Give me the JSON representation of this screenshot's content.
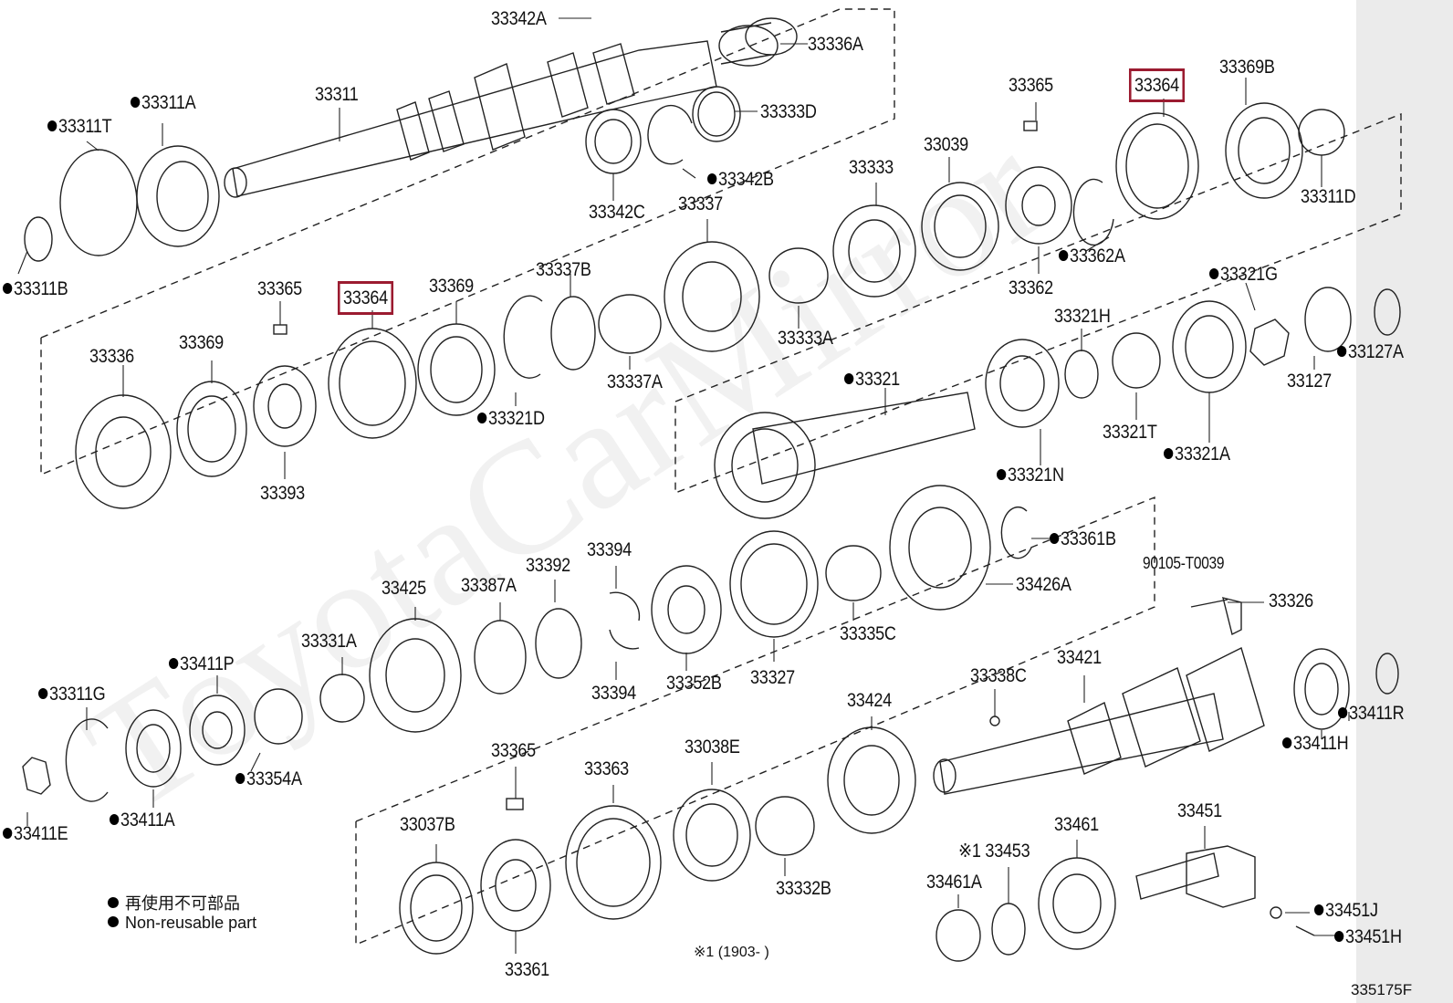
{
  "diagram": {
    "figure_id": "335175F",
    "watermark": "ToyotaCarMirror",
    "highlight_color": "#9b1b30",
    "footnote": "※1 (1903-     )",
    "legend": [
      {
        "icon": "filled-dot-icon",
        "text": "再使用不可部品"
      },
      {
        "icon": "filled-dot-icon",
        "text": "Non-reusable part"
      }
    ],
    "labels": [
      {
        "text": "33342A",
        "nonreusable": false
      },
      {
        "text": "33336A",
        "nonreusable": false
      },
      {
        "text": "33333D",
        "nonreusable": false
      },
      {
        "text": "33342B",
        "nonreusable": true
      },
      {
        "text": "33342C",
        "nonreusable": false
      },
      {
        "text": "33311",
        "nonreusable": false
      },
      {
        "text": "33311A",
        "nonreusable": true
      },
      {
        "text": "33311T",
        "nonreusable": true
      },
      {
        "text": "33311B",
        "nonreusable": true
      },
      {
        "text": "33365",
        "nonreusable": false
      },
      {
        "text": "33364",
        "nonreusable": false,
        "highlight": true
      },
      {
        "text": "33369B",
        "nonreusable": false
      },
      {
        "text": "33311D",
        "nonreusable": false
      },
      {
        "text": "33039",
        "nonreusable": false
      },
      {
        "text": "33333",
        "nonreusable": false
      },
      {
        "text": "33337",
        "nonreusable": false
      },
      {
        "text": "33362A",
        "nonreusable": true
      },
      {
        "text": "33362",
        "nonreusable": false
      },
      {
        "text": "33337B",
        "nonreusable": false
      },
      {
        "text": "33333A",
        "nonreusable": false
      },
      {
        "text": "33337A",
        "nonreusable": false
      },
      {
        "text": "33369",
        "nonreusable": false
      },
      {
        "text": "33364",
        "nonreusable": false,
        "highlight": true
      },
      {
        "text": "33365",
        "nonreusable": false
      },
      {
        "text": "33369",
        "nonreusable": false
      },
      {
        "text": "33336",
        "nonreusable": false
      },
      {
        "text": "33321D",
        "nonreusable": true
      },
      {
        "text": "33393",
        "nonreusable": false
      },
      {
        "text": "33321G",
        "nonreusable": true
      },
      {
        "text": "33321H",
        "nonreusable": false
      },
      {
        "text": "33127A",
        "nonreusable": true
      },
      {
        "text": "33127",
        "nonreusable": false
      },
      {
        "text": "33321",
        "nonreusable": true
      },
      {
        "text": "33321T",
        "nonreusable": false
      },
      {
        "text": "33321A",
        "nonreusable": true
      },
      {
        "text": "33321N",
        "nonreusable": true
      },
      {
        "text": "33361B",
        "nonreusable": true
      },
      {
        "text": "33426A",
        "nonreusable": false
      },
      {
        "text": "90105-T0039",
        "nonreusable": false
      },
      {
        "text": "33326",
        "nonreusable": false
      },
      {
        "text": "33394",
        "nonreusable": false
      },
      {
        "text": "33392",
        "nonreusable": false
      },
      {
        "text": "33387A",
        "nonreusable": false
      },
      {
        "text": "33425",
        "nonreusable": false
      },
      {
        "text": "33331A",
        "nonreusable": false
      },
      {
        "text": "33335C",
        "nonreusable": false
      },
      {
        "text": "33327",
        "nonreusable": false
      },
      {
        "text": "33352B",
        "nonreusable": false
      },
      {
        "text": "33394",
        "nonreusable": false
      },
      {
        "text": "33411P",
        "nonreusable": true
      },
      {
        "text": "33311G",
        "nonreusable": true
      },
      {
        "text": "33354A",
        "nonreusable": true
      },
      {
        "text": "33411A",
        "nonreusable": true
      },
      {
        "text": "33411E",
        "nonreusable": true
      },
      {
        "text": "33338C",
        "nonreusable": false
      },
      {
        "text": "33421",
        "nonreusable": false
      },
      {
        "text": "33424",
        "nonreusable": false
      },
      {
        "text": "33411R",
        "nonreusable": true
      },
      {
        "text": "33411H",
        "nonreusable": true
      },
      {
        "text": "33365",
        "nonreusable": false
      },
      {
        "text": "33363",
        "nonreusable": false
      },
      {
        "text": "33038E",
        "nonreusable": false
      },
      {
        "text": "33037B",
        "nonreusable": false
      },
      {
        "text": "33332B",
        "nonreusable": false
      },
      {
        "text": "33361",
        "nonreusable": false
      },
      {
        "text": "※1 33453",
        "nonreusable": false
      },
      {
        "text": "33461",
        "nonreusable": false
      },
      {
        "text": "33461A",
        "nonreusable": false
      },
      {
        "text": "33451",
        "nonreusable": false
      },
      {
        "text": "33451J",
        "nonreusable": true
      },
      {
        "text": "33451H",
        "nonreusable": true
      }
    ]
  }
}
